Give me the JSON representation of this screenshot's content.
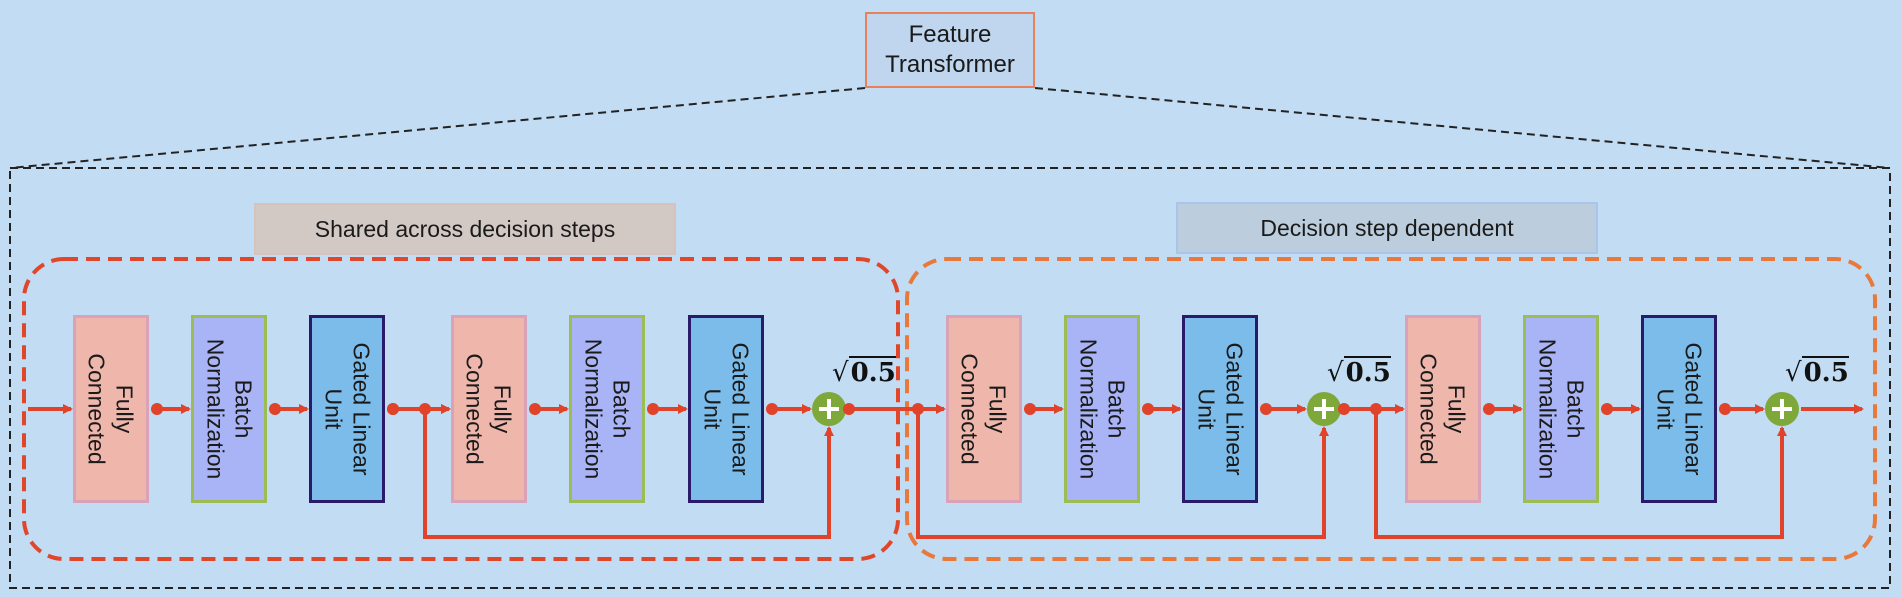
{
  "title": {
    "line1": "Feature",
    "line2": "Transformer"
  },
  "groups": {
    "shared": "Shared across decision steps",
    "dependent": "Decision step dependent"
  },
  "blocks": [
    {
      "type": "fc",
      "text": "Fully\nConnected"
    },
    {
      "type": "bn",
      "text": "Batch\nNormalization"
    },
    {
      "type": "glu",
      "text": "Gated Linear\nUnit"
    },
    {
      "type": "fc",
      "text": "Fully\nConnected"
    },
    {
      "type": "bn",
      "text": "Batch\nNormalization"
    },
    {
      "type": "glu",
      "text": "Gated Linear\nUnit"
    },
    {
      "type": "fc",
      "text": "Fully\nConnected"
    },
    {
      "type": "bn",
      "text": "Batch\nNormalization"
    },
    {
      "type": "glu",
      "text": "Gated Linear\nUnit"
    },
    {
      "type": "fc",
      "text": "Fully\nConnected"
    },
    {
      "type": "bn",
      "text": "Batch\nNormalization"
    },
    {
      "type": "glu",
      "text": "Gated Linear\nUnit"
    }
  ],
  "scale_label": "0.5",
  "colors": {
    "arrow": "#e0432a",
    "shared_border": "#e0472a",
    "dependent_border": "#e8793a",
    "adder": "#7ea83a",
    "fc_fill": "#efb6ac",
    "bn_fill": "#a9b4f6",
    "glu_fill": "#7cbcea"
  }
}
